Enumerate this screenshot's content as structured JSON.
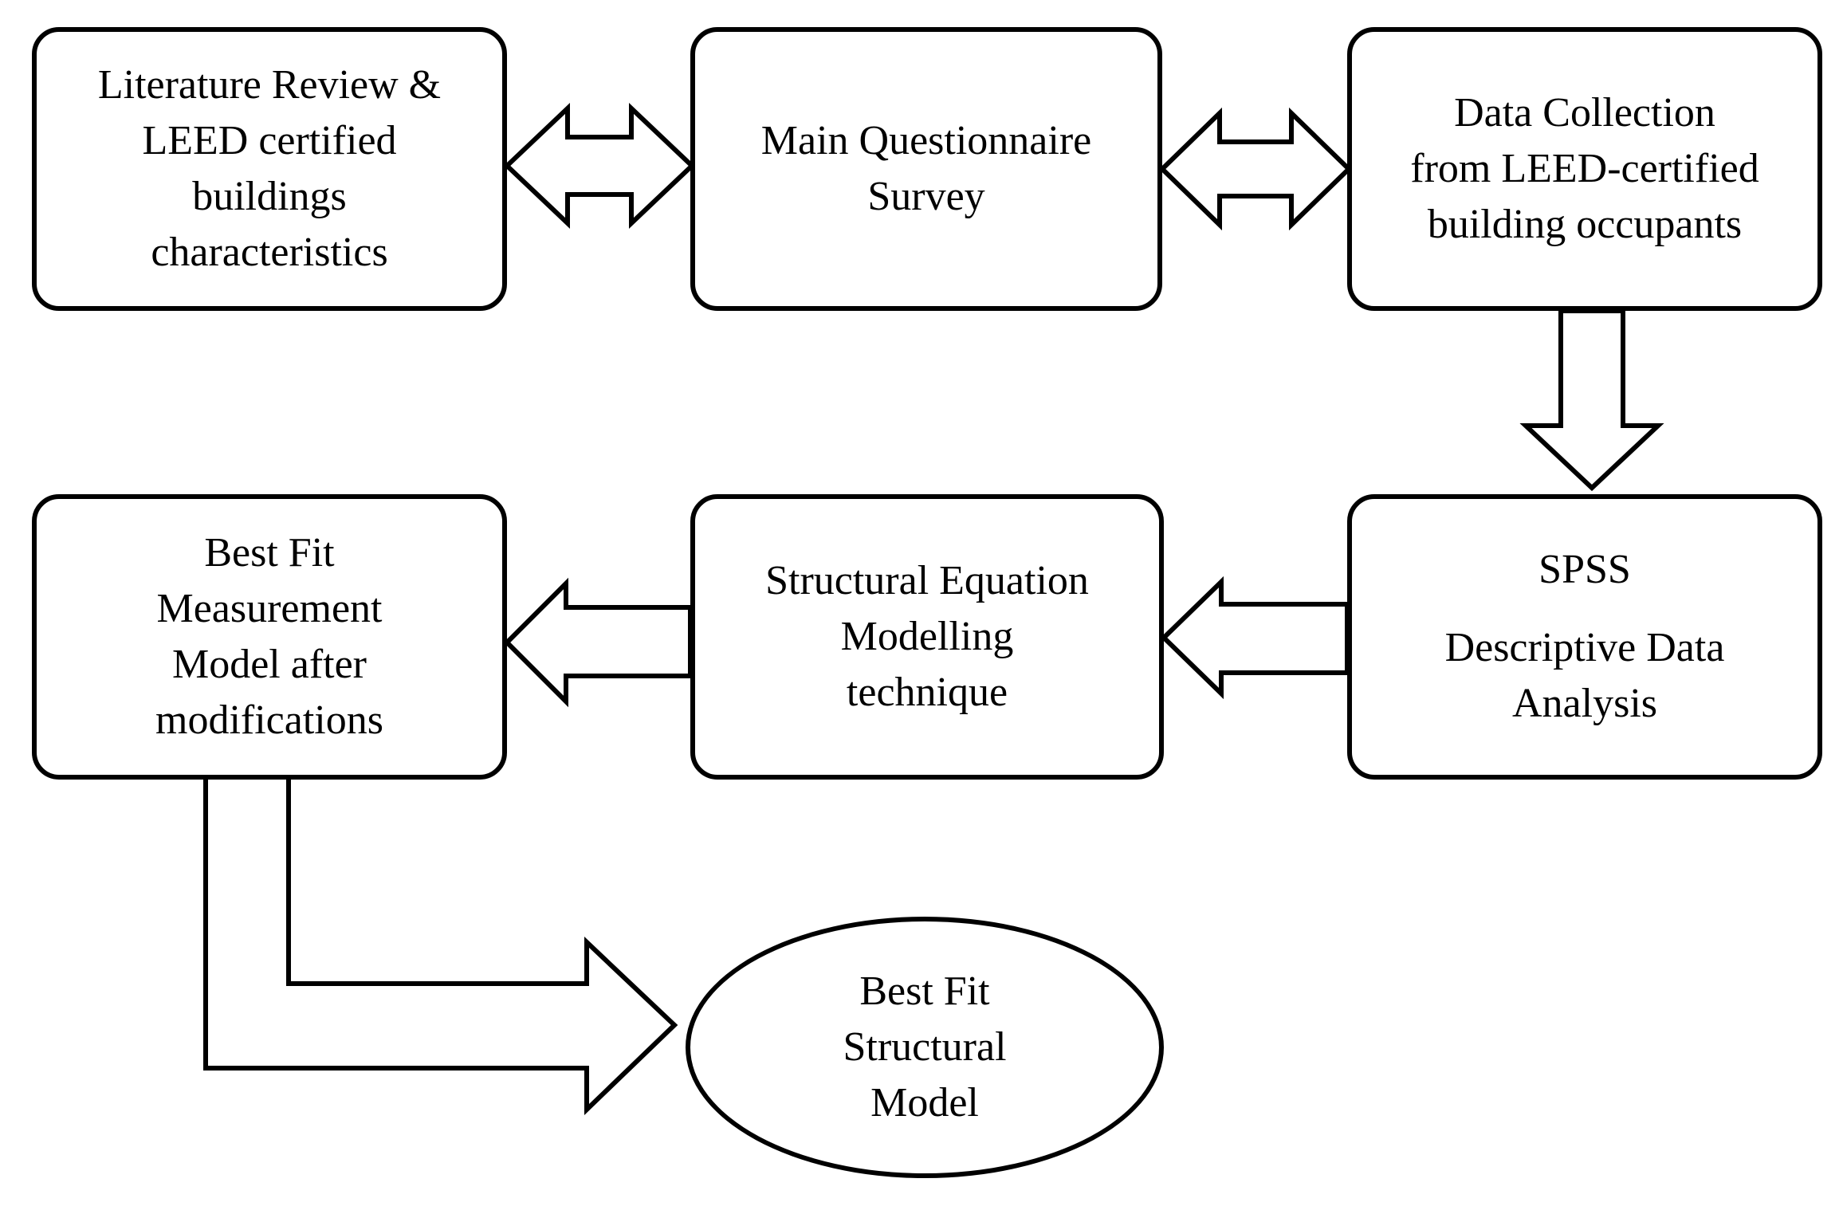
{
  "nodes": {
    "literature": {
      "lines": [
        "Literature Review &",
        "LEED certified",
        "buildings",
        "characteristics"
      ]
    },
    "questionnaire": {
      "lines": [
        "Main Questionnaire",
        "Survey"
      ]
    },
    "data_collection": {
      "lines": [
        "Data Collection",
        "from LEED-certified",
        "building occupants"
      ]
    },
    "spss": {
      "title": "SPSS",
      "lines": [
        "Descriptive Data",
        "Analysis"
      ]
    },
    "sem": {
      "lines": [
        "Structural Equation",
        "Modelling",
        "technique"
      ]
    },
    "measurement": {
      "lines": [
        "Best Fit",
        "Measurement",
        "Model after",
        "modifications"
      ]
    },
    "structural": {
      "lines": [
        "Best Fit",
        "Structural",
        "Model"
      ]
    }
  }
}
